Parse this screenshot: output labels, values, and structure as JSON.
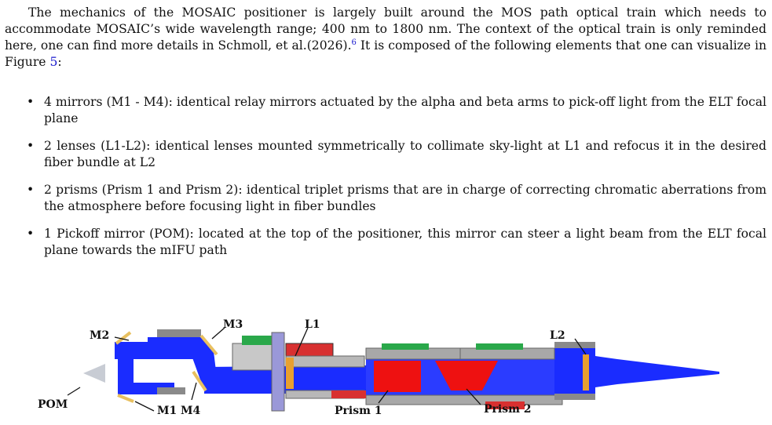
{
  "paragraph": {
    "text_1": "The mechanics of the MOSAIC positioner is largely built around the MOS path optical train which needs to accommodate MOSAIC’s wide wavelength range; 400 nm to 1800 nm. The context of the optical train is only reminded here, one can find more details in Schmoll, et al.(2026).",
    "ref": "6",
    "text_2": " It is composed of the following elements that one can visualize in Figure ",
    "fig_ref": "5",
    "text_3": ":"
  },
  "bullets": [
    "4 mirrors (M1 - M4): identical relay mirrors actuated by the alpha and beta arms to pick-off light from the ELT focal plane",
    "2 lenses (L1-L2): identical lenses mounted symmetrically to collimate sky-light at L1 and refocus it in the desired fiber bundle at L2",
    "2 prisms (Prism 1 and Prism 2): identical triplet prisms that are in charge of correcting chromatic aberra­tions from the atmosphere before focusing light in fiber bundles",
    "1 Pickoff mirror (POM): located at the top of the positioner, this mirror can steer a light beam from the ELT focal plane towards the mIFU path"
  ],
  "figure": {
    "labels": {
      "m2": "M2",
      "m3": "M3",
      "l1": "L1",
      "l2": "L2",
      "pom": "POM",
      "m1": "M1",
      "m4": "M4",
      "prism1": "Prism 1",
      "prism2": "Prism 2"
    }
  },
  "colors": {
    "beam": "#1a2cff",
    "housing": "#9a9a9a",
    "prism": "#ee1111",
    "link": "#1a1acd",
    "mirror": "#e8c060"
  }
}
